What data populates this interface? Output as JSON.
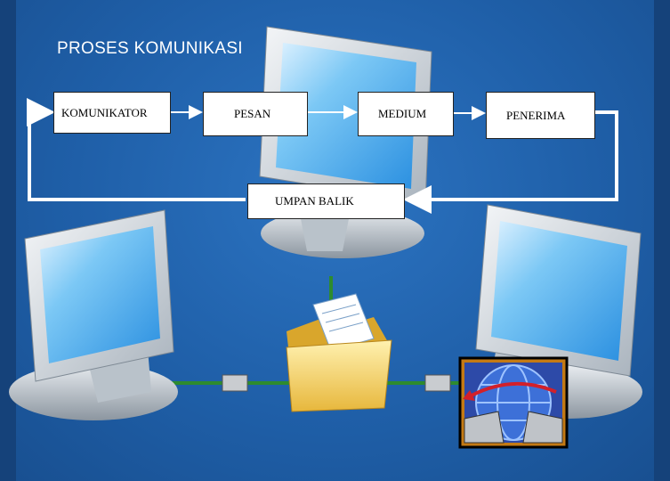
{
  "title": "PROSES KOMUNIKASI",
  "boxes": {
    "komunikator": "KOMUNIKATOR",
    "pesan": "PESAN",
    "medium": "MEDIUM",
    "penerima": "PENERIMA",
    "umpan_balik": "UMPAN BALIK"
  },
  "icons": [
    "monitor-icon",
    "folder-document-icon",
    "network-globe-icon",
    "network-connector-icon"
  ],
  "colors": {
    "background": "#1f5fa8",
    "feedback_line": "#ffffff",
    "network_cable": "#2e8b2e"
  }
}
